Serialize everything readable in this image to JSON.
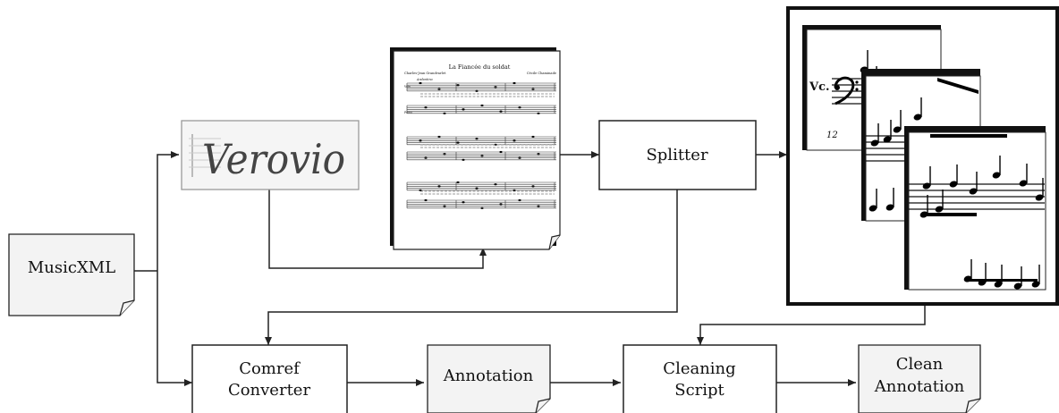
{
  "nodes": {
    "musicxml": {
      "label": "MusicXML"
    },
    "verovio": {
      "logo_text": "Verovio"
    },
    "score": {
      "title": "La Fiancée du soldat",
      "composer_left": "Charles-Jean Grandvarlet",
      "composer_right": "Cécile Chaminade",
      "tempo": "Andantino",
      "staff_voice": "Voix",
      "staff_piano": "Piano"
    },
    "splitter": {
      "label": "Splitter"
    },
    "crops": {
      "instrument": "Vc.",
      "measure_number": "12"
    },
    "comref": {
      "line1": "Comref",
      "line2": "Converter"
    },
    "annotation": {
      "label": "Annotation"
    },
    "cleaning": {
      "line1": "Cleaning",
      "line2": "Script"
    },
    "clean_annotation": {
      "line1": "Clean",
      "line2": "Annotation"
    }
  }
}
